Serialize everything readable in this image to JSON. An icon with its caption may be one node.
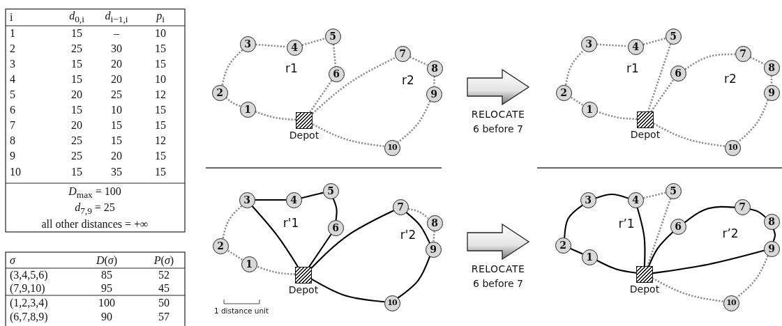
{
  "diagram": {
    "nodes": [
      {
        "text": [
          "1"
        ]
      },
      {
        "text": [
          "2"
        ]
      },
      {
        "text": [
          "3"
        ]
      },
      {
        "text": [
          "4"
        ]
      },
      {
        "text": [
          "5"
        ]
      },
      {
        "text": [
          "6"
        ]
      },
      {
        "text": [
          "7"
        ]
      },
      {
        "text": [
          "8"
        ]
      },
      {
        "text": [
          "9"
        ]
      },
      {
        "text": [
          "10"
        ]
      },
      {
        "text": [
          "Depot"
        ]
      },
      {
        "text": [
          "1"
        ]
      },
      {
        "text": [
          "2"
        ]
      },
      {
        "text": [
          "3"
        ]
      },
      {
        "text": [
          "4"
        ]
      },
      {
        "text": [
          "5"
        ]
      },
      {
        "text": [
          "6"
        ]
      },
      {
        "text": [
          "7"
        ]
      },
      {
        "text": [
          "8"
        ]
      },
      {
        "text": [
          "9"
        ]
      },
      {
        "text": [
          "10"
        ]
      },
      {
        "text": [
          "Depot"
        ]
      },
      {
        "text": [
          "1"
        ]
      },
      {
        "text": [
          "2"
        ]
      },
      {
        "text": [
          "3"
        ]
      },
      {
        "text": [
          "4"
        ]
      },
      {
        "text": [
          "5"
        ]
      },
      {
        "text": [
          "6"
        ]
      },
      {
        "text": [
          "7"
        ]
      },
      {
        "text": [
          "8"
        ]
      },
      {
        "text": [
          "9"
        ]
      },
      {
        "text": [
          "10"
        ]
      },
      {
        "text": [
          "Depot"
        ]
      },
      {
        "text": [
          "1"
        ]
      },
      {
        "text": [
          "2"
        ]
      },
      {
        "text": [
          "3"
        ]
      },
      {
        "text": [
          "4"
        ]
      },
      {
        "text": [
          "5"
        ]
      },
      {
        "text": [
          "6"
        ]
      },
      {
        "text": [
          "7"
        ]
      },
      {
        "text": [
          "8"
        ]
      },
      {
        "text": [
          "9"
        ]
      },
      {
        "text": [
          "10"
        ]
      },
      {
        "text": [
          "Depot"
        ]
      }
    ],
    "edges": [
      {
        "from": 10,
        "to": 0,
        "arrow": "none",
        "style": "dashed"
      },
      {
        "from": 0,
        "to": 1,
        "arrow": "none",
        "style": "dashed"
      },
      {
        "from": 1,
        "to": 2,
        "arrow": "none",
        "style": "dashed"
      },
      {
        "from": 2,
        "to": 3,
        "arrow": "none",
        "style": "dashed"
      },
      {
        "from": 3,
        "to": 4,
        "arrow": "none",
        "style": "dashed"
      },
      {
        "from": 4,
        "to": 5,
        "arrow": "none",
        "style": "dashed"
      },
      {
        "from": 5,
        "to": 10,
        "arrow": "none",
        "style": "dashed"
      },
      {
        "from": 10,
        "to": 6,
        "arrow": "none",
        "style": "dashed"
      },
      {
        "from": 6,
        "to": 7,
        "arrow": "none",
        "style": "dashed"
      },
      {
        "from": 7,
        "to": 8,
        "arrow": "none",
        "style": "dashed"
      },
      {
        "from": 8,
        "to": 9,
        "arrow": "none",
        "style": "dashed"
      },
      {
        "from": 9,
        "to": 10,
        "arrow": "none",
        "style": "dashed"
      },
      {
        "from": 21,
        "to": 11,
        "arrow": "none",
        "style": "dashed"
      },
      {
        "from": 11,
        "to": 12,
        "arrow": "none",
        "style": "dashed"
      },
      {
        "from": 12,
        "to": 13,
        "arrow": "none",
        "style": "dashed"
      },
      {
        "from": 13,
        "to": 14,
        "arrow": "none",
        "style": "dashed"
      },
      {
        "from": 14,
        "to": 15,
        "arrow": "none",
        "style": "dashed"
      },
      {
        "from": 15,
        "to": 21,
        "arrow": "none",
        "style": "dashed"
      },
      {
        "from": 21,
        "to": 16,
        "arrow": "none",
        "style": "dashed"
      },
      {
        "from": 16,
        "to": 17,
        "arrow": "none",
        "style": "dashed"
      },
      {
        "from": 17,
        "to": 18,
        "arrow": "none",
        "style": "dashed"
      },
      {
        "from": 18,
        "to": 19,
        "arrow": "none",
        "style": "dashed"
      },
      {
        "from": 19,
        "to": 20,
        "arrow": "none",
        "style": "dashed"
      },
      {
        "from": 20,
        "to": 21,
        "arrow": "none",
        "style": "dashed"
      },
      {
        "from": 32,
        "to": 22,
        "arrow": "none",
        "style": "dashed"
      },
      {
        "from": 22,
        "to": 23,
        "arrow": "none",
        "style": "dashed"
      },
      {
        "from": 23,
        "to": 24,
        "arrow": "none",
        "style": "dashed"
      },
      {
        "from": 24,
        "to": 25,
        "arrow": "none",
        "color": "#000000"
      },
      {
        "from": 25,
        "to": 26,
        "arrow": "none",
        "color": "#000000"
      },
      {
        "from": 26,
        "to": 27,
        "arrow": "none",
        "color": "#000000"
      },
      {
        "from": 27,
        "to": 32,
        "arrow": "none",
        "color": "#000000"
      },
      {
        "from": 32,
        "to": 24,
        "arrow": "none",
        "color": "#000000"
      },
      {
        "from": 32,
        "to": 28,
        "arrow": "none",
        "color": "#000000"
      },
      {
        "from": 28,
        "to": 29,
        "arrow": "none",
        "style": "dashed"
      },
      {
        "from": 29,
        "to": 30,
        "arrow": "none",
        "style": "dashed"
      },
      {
        "from": 28,
        "to": 30,
        "arrow": "none",
        "color": "#000000"
      },
      {
        "from": 30,
        "to": 31,
        "arrow": "none",
        "color": "#000000"
      },
      {
        "from": 31,
        "to": 32,
        "arrow": "none",
        "color": "#000000"
      },
      {
        "from": 43,
        "to": 33,
        "arrow": "none",
        "color": "#000000"
      },
      {
        "from": 33,
        "to": 34,
        "arrow": "none",
        "color": "#000000"
      },
      {
        "from": 34,
        "to": 35,
        "arrow": "none",
        "color": "#000000"
      },
      {
        "from": 35,
        "to": 36,
        "arrow": "none",
        "color": "#000000"
      },
      {
        "from": 36,
        "to": 43,
        "arrow": "none",
        "color": "#000000"
      },
      {
        "from": 36,
        "to": 37,
        "arrow": "none",
        "style": "dashed"
      },
      {
        "from": 37,
        "to": 43,
        "arrow": "none",
        "style": "dashed"
      },
      {
        "from": 43,
        "to": 38,
        "arrow": "none",
        "color": "#000000"
      },
      {
        "from": 38,
        "to": 39,
        "arrow": "none",
        "color": "#000000"
      },
      {
        "from": 39,
        "to": 40,
        "arrow": "none",
        "color": "#000000"
      },
      {
        "from": 40,
        "to": 41,
        "arrow": "none",
        "color": "#000000"
      },
      {
        "from": 41,
        "to": 43,
        "arrow": "none",
        "color": "#000000"
      },
      {
        "from": 41,
        "to": 42,
        "arrow": "none",
        "style": "dashed"
      },
      {
        "from": 42,
        "to": 43,
        "arrow": "none",
        "style": "dashed"
      }
    ],
    "labels": [
      "i",
      "*d*$_{0,i}$",
      "*d*$_{i−1,i}$",
      "*p*$_{i}$",
      "1",
      "15",
      "–",
      "10",
      "2",
      "25",
      "30",
      "15",
      "3",
      "15",
      "20",
      "15",
      "4",
      "15",
      "20",
      "10",
      "5",
      "20",
      "25",
      "12",
      "6",
      "15",
      "10",
      "15",
      "7",
      "20",
      "15",
      "15",
      "8",
      "25",
      "15",
      "12",
      "9",
      "25",
      "20",
      "15",
      "10",
      "15",
      "35",
      "15",
      "*D*$_{max}$ = 100",
      "*d*$_{7,9}$ = 25",
      "all other distances = +∞",
      "*σ*",
      "*D*(*σ*)",
      "*P*(*σ*)",
      "(3,4,5,6)",
      "85",
      "52",
      "(7,9,10)",
      "95",
      "45",
      "(1,2,3,4)",
      "100",
      "50",
      "(6,7,8,9)",
      "90",
      "57",
      "r1",
      "r2",
      "RELOCATE",
      "6 before 7",
      "r1",
      "r2",
      "r'1",
      "r'2",
      "1 distance unit",
      "RELOCATE",
      "6 before 7",
      "r’1",
      "r’2"
    ]
  }
}
